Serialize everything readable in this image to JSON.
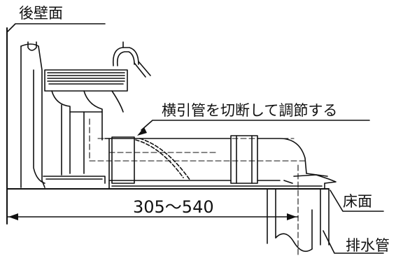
{
  "labels": {
    "rear_wall": "後壁面",
    "horizontal_pipe": "横引管を切断して調節する",
    "dimension": "305〜540",
    "floor": "床面",
    "drain_pipe": "排水管"
  },
  "colors": {
    "line": "#111111",
    "background": "#ffffff"
  }
}
